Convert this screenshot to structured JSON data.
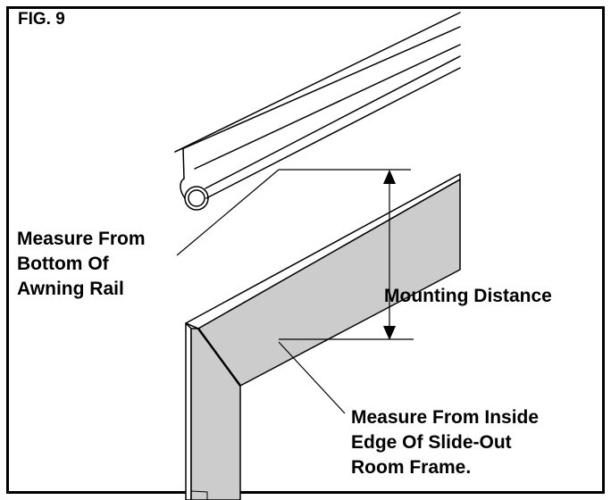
{
  "figure": {
    "label": "FIG. 9",
    "callouts": {
      "rail_lines": [
        "Measure From",
        "Bottom Of",
        "Awning Rail"
      ],
      "distance": "Mounting Distance",
      "frame_lines": [
        "Measure From Inside",
        "Edge Of Slide-Out",
        "Room Frame."
      ]
    }
  },
  "colors": {
    "stroke": "#000000",
    "frame_fill": "#cccccc",
    "background": "#ffffff"
  }
}
